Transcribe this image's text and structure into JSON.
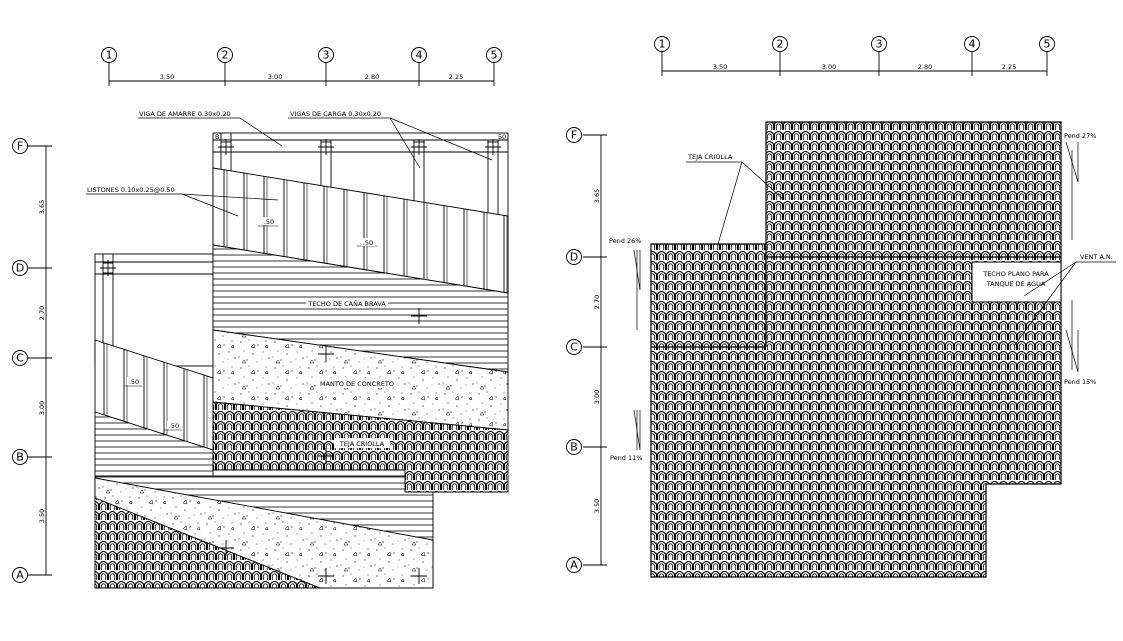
{
  "left_plan": {
    "columns": [
      "1",
      "2",
      "3",
      "4",
      "5"
    ],
    "column_dims": [
      "3.50",
      "3.00",
      "2.80",
      "2.25"
    ],
    "rows": [
      "F",
      "D",
      "C",
      "B",
      "A"
    ],
    "row_dims": [
      "3.65",
      "2.70",
      "3.00",
      "3.50"
    ],
    "labels": {
      "viga_amarre": "VIGA DE AMARRE 0.30x0.20",
      "vigas_carga": "VIGAS DE CARGA 0.30x0.20",
      "listones": "LISTONES 0.10x0.25@0.50",
      "techo_cana": "TECHO DE CAÑA BRAVA",
      "manto": "MANTO DE CONCRETO",
      "teja": "TEJA CRIOLLA",
      "spacing": ".50",
      "corner": "B",
      "corner2": "50"
    }
  },
  "right_plan": {
    "columns": [
      "1",
      "2",
      "3",
      "4",
      "5"
    ],
    "column_dims": [
      "3.50",
      "3.00",
      "2.80",
      "2.25"
    ],
    "rows": [
      "F",
      "D",
      "C",
      "B",
      "A"
    ],
    "row_dims": [
      "3.65",
      "2.70",
      "3.00",
      "3.50"
    ],
    "labels": {
      "teja": "TEJA CRIOLLA",
      "pend_27": "Pend 27%",
      "pend_26": "Pend 26%",
      "pend_15": "Pend 15%",
      "pend_11": "Pend 11%",
      "vent": "VENT A.N.",
      "techo_plano_1": "TECHO PLANO PARA",
      "techo_plano_2": "TANQUE DE AGUA"
    }
  }
}
